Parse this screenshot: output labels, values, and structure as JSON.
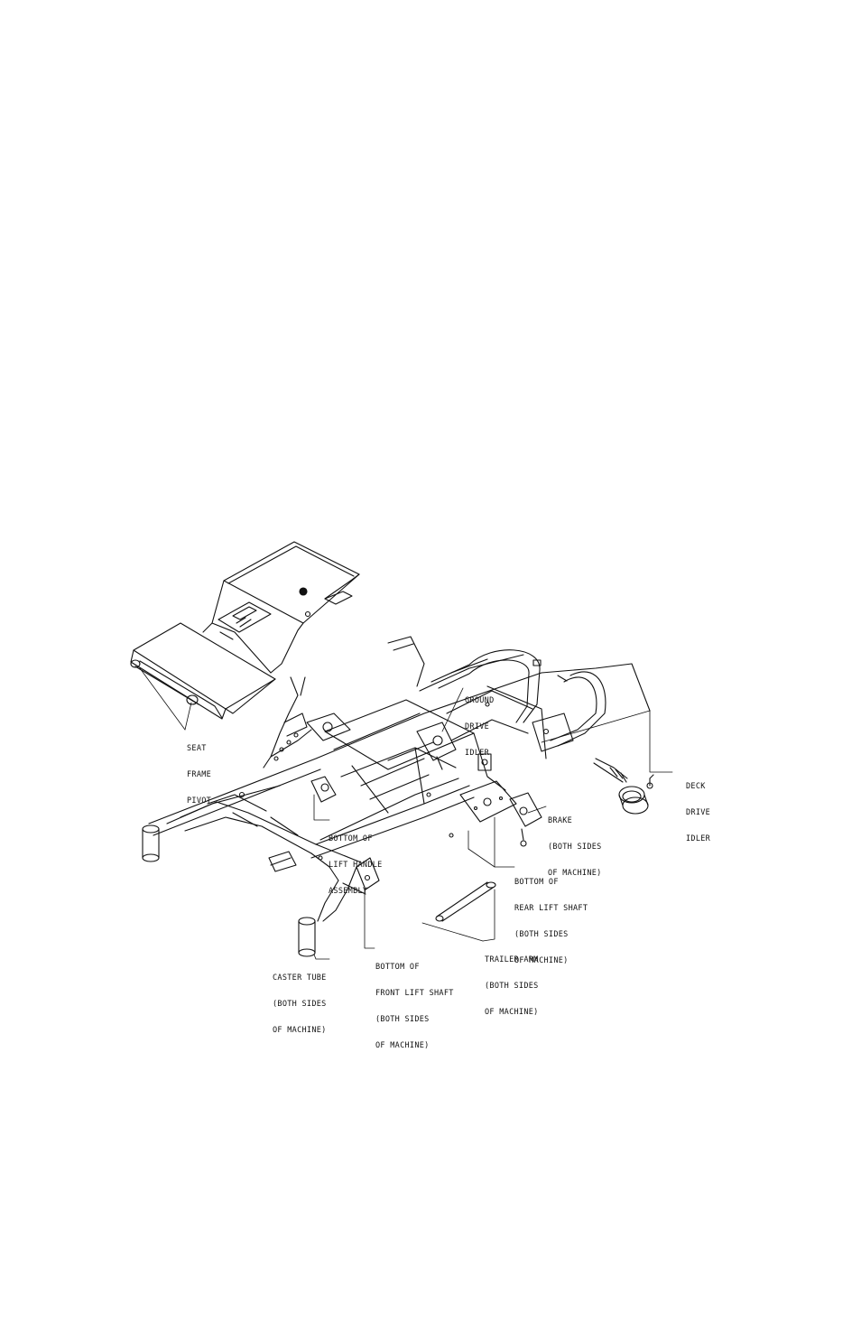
{
  "diagram": {
    "callouts": {
      "seat_frame_pivot": [
        "SEAT",
        "FRAME",
        "PIVOT"
      ],
      "ground_drive_idler": [
        "GROUND",
        "DRIVE",
        "IDLER"
      ],
      "deck_drive_idler": [
        "DECK",
        "DRIVE",
        "IDLER"
      ],
      "brake": [
        "BRAKE",
        "(BOTH SIDES",
        "OF MACHINE)"
      ],
      "lift_handle": [
        "BOTTOM OF",
        "LIFT HANDLE",
        "ASSEMBLY"
      ],
      "rear_lift_shaft": [
        "BOTTOM OF",
        "REAR LIFT SHAFT",
        "(BOTH SIDES",
        "OF MACHINE)"
      ],
      "trailer_arm": [
        "TRAILER ARM",
        "(BOTH SIDES",
        "OF MACHINE)"
      ],
      "front_lift_shaft": [
        "BOTTOM OF",
        "FRONT LIFT SHAFT",
        "(BOTH SIDES",
        "OF MACHINE)"
      ],
      "caster_tube": [
        "CASTER TUBE",
        "(BOTH SIDES",
        "OF MACHINE)"
      ]
    }
  }
}
